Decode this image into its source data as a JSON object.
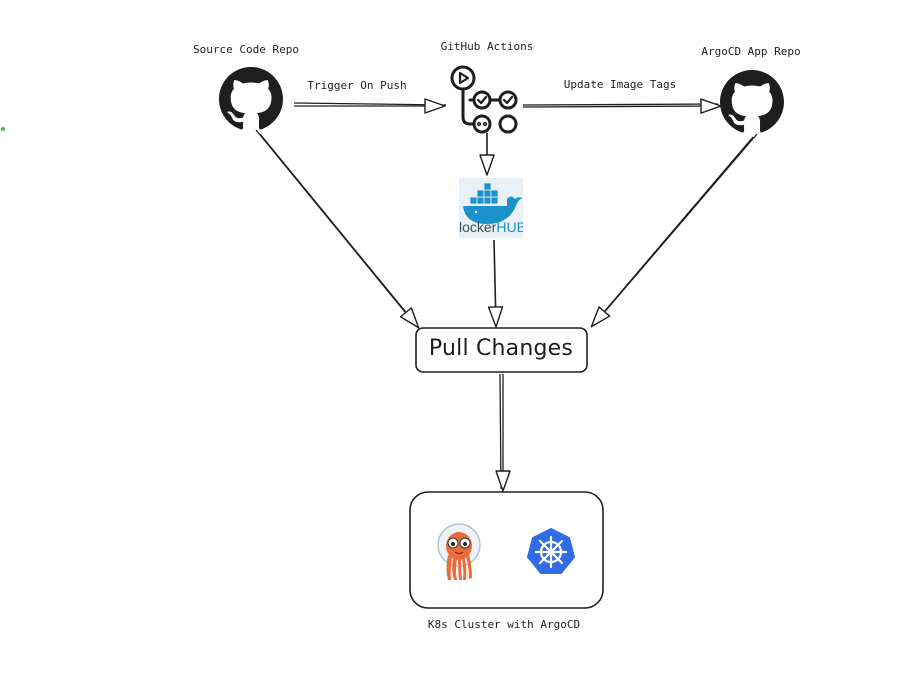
{
  "nodes": {
    "source_repo": {
      "label": "Source Code Repo",
      "icon": "github-icon"
    },
    "github_actions": {
      "label": "GitHub Actions",
      "icon": "workflow-icon"
    },
    "argocd_repo": {
      "label": "ArgoCD App Repo",
      "icon": "github-icon"
    },
    "dockerhub": {
      "icon": "docker-hub-logo",
      "logo_text_a": "locker",
      "logo_text_b": "HUB"
    },
    "pull_changes": {
      "label": "Pull Changes"
    },
    "cluster": {
      "label": "K8s Cluster with ArgoCD",
      "icons": [
        "argocd-octopus-icon",
        "kubernetes-wheel-icon"
      ]
    }
  },
  "edges": {
    "trigger": {
      "label": "Trigger On Push"
    },
    "update_tags": {
      "label": "Update Image Tags"
    }
  },
  "colors": {
    "stroke": "#1e1e1e",
    "docker_blue": "#1d91c9",
    "docker_bg": "#e9f1f7",
    "k8s_blue": "#326ce5",
    "argo_orange": "#e96d3b",
    "accent_dot": "#40c057"
  }
}
